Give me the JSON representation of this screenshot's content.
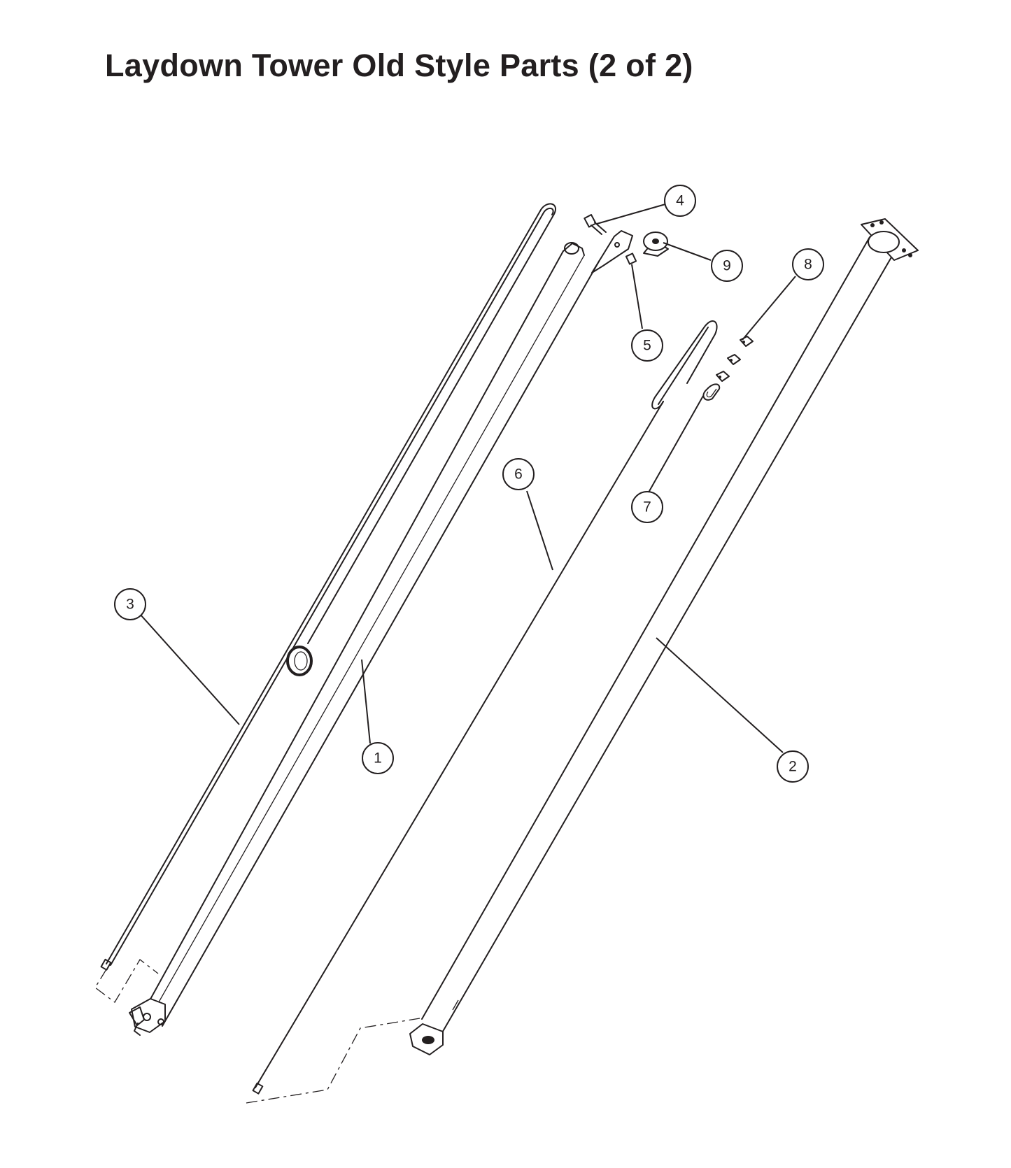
{
  "title": "Laydown Tower Old Style Parts (2 of 2)",
  "callouts": [
    {
      "id": "callout-1",
      "label": "1"
    },
    {
      "id": "callout-2",
      "label": "2"
    },
    {
      "id": "callout-3",
      "label": "3"
    },
    {
      "id": "callout-4",
      "label": "4"
    },
    {
      "id": "callout-5",
      "label": "5"
    },
    {
      "id": "callout-6",
      "label": "6"
    },
    {
      "id": "callout-7",
      "label": "7"
    },
    {
      "id": "callout-8",
      "label": "8"
    },
    {
      "id": "callout-9",
      "label": "9"
    }
  ]
}
